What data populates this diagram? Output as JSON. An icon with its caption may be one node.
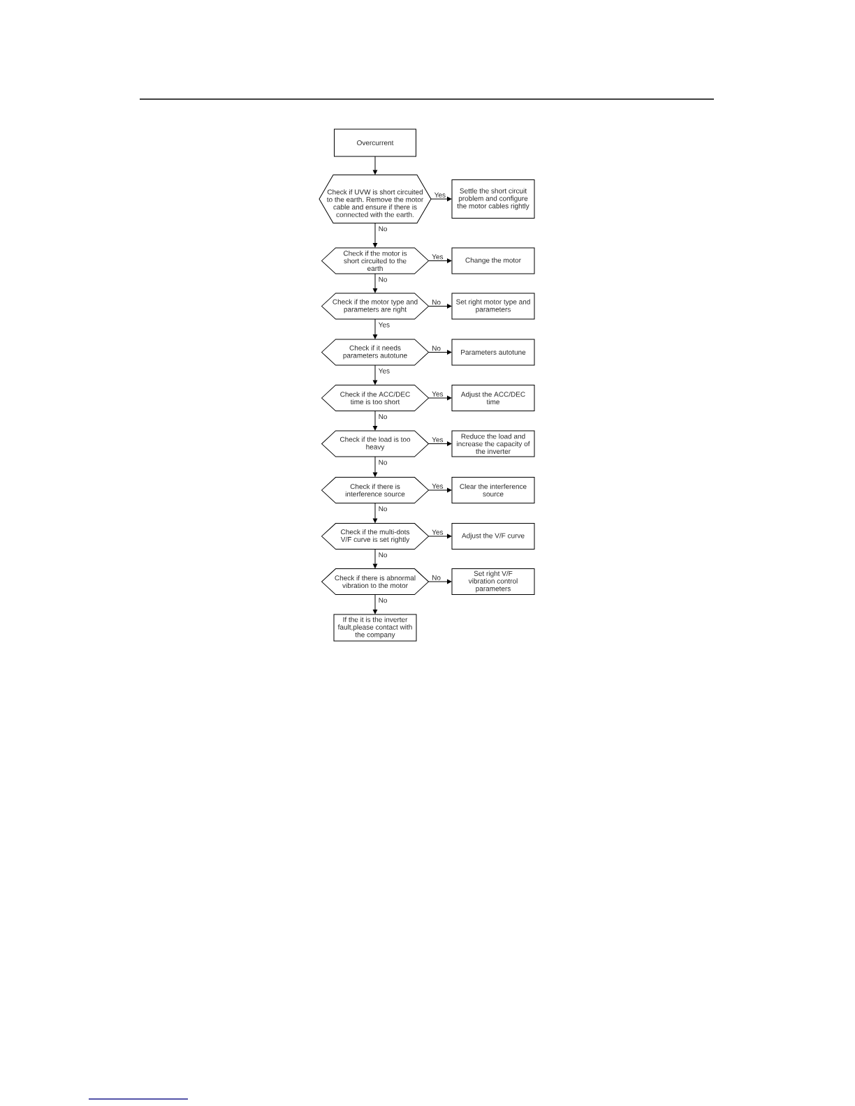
{
  "diagram": {
    "nodes": [
      {
        "text": [
          "Overcurrent"
        ]
      },
      {
        "text": [
          "Check if UVW is short circuited to the earth. Remove the motor cable and ensure if there is connected with the earth."
        ]
      },
      {
        "text": [
          "Settle the short circuit problem and configure the motor cables rightly"
        ]
      },
      {
        "text": [
          "Check if the motor is short circuited to the earth"
        ]
      },
      {
        "text": [
          "Change the motor"
        ]
      },
      {
        "text": [
          "Check if the motor type and parameters are right"
        ]
      },
      {
        "text": [
          "Set right motor type and parameters"
        ]
      },
      {
        "text": [
          "Check if it needs parameters autotune"
        ]
      },
      {
        "text": [
          "Parameters autotune"
        ]
      },
      {
        "text": [
          "Check if the ACC/DEC time is too short"
        ]
      },
      {
        "text": [
          "Adjust the ACC/DEC time"
        ]
      },
      {
        "text": [
          "Check if the load is too heavy"
        ]
      },
      {
        "text": [
          "Reduce the load and increase the capacity of the inverter"
        ]
      },
      {
        "text": [
          "Check if there is interference source"
        ]
      },
      {
        "text": [
          "Clear the interference source"
        ]
      },
      {
        "text": [
          "Check if the multi-dots V/F curve is set rightly"
        ]
      },
      {
        "text": [
          "Adjust the V/F curve"
        ]
      },
      {
        "text": [
          "Check if there is abnormal vibration to the motor"
        ]
      },
      {
        "text": [
          "Set right V/F vibration control parameters"
        ]
      },
      {
        "text": [
          "If the it is the inverter fault,please contact with the company"
        ]
      }
    ],
    "edges": [
      {
        "from": 0,
        "to": 1,
        "arrow": "to"
      },
      {
        "from": 1,
        "to": 2,
        "arrow": "to",
        "label": "Yes"
      },
      {
        "from": 1,
        "to": 3,
        "arrow": "to",
        "label": "No"
      },
      {
        "from": 3,
        "to": 4,
        "arrow": "to",
        "label": "Yes"
      },
      {
        "from": 3,
        "to": 5,
        "arrow": "to",
        "label": "No"
      },
      {
        "from": 5,
        "to": 6,
        "arrow": "to",
        "label": "No"
      },
      {
        "from": 5,
        "to": 7,
        "arrow": "to",
        "label": "Yes"
      },
      {
        "from": 7,
        "to": 8,
        "arrow": "to",
        "label": "No"
      },
      {
        "from": 7,
        "to": 9,
        "arrow": "to",
        "label": "Yes"
      },
      {
        "from": 9,
        "to": 10,
        "arrow": "to",
        "label": "Yes"
      },
      {
        "from": 9,
        "to": 11,
        "arrow": "to",
        "label": "No"
      },
      {
        "from": 11,
        "to": 12,
        "arrow": "to",
        "label": "Yes"
      },
      {
        "from": 11,
        "to": 13,
        "arrow": "to",
        "label": "No"
      },
      {
        "from": 13,
        "to": 14,
        "arrow": "to",
        "label": "Yes"
      },
      {
        "from": 13,
        "to": 15,
        "arrow": "to",
        "label": "No"
      },
      {
        "from": 15,
        "to": 16,
        "arrow": "to",
        "label": "Yes"
      },
      {
        "from": 15,
        "to": 17,
        "arrow": "to",
        "label": "No"
      },
      {
        "from": 17,
        "to": 18,
        "arrow": "to",
        "label": "No"
      },
      {
        "from": 17,
        "to": 19,
        "arrow": "to",
        "label": "No"
      }
    ]
  }
}
